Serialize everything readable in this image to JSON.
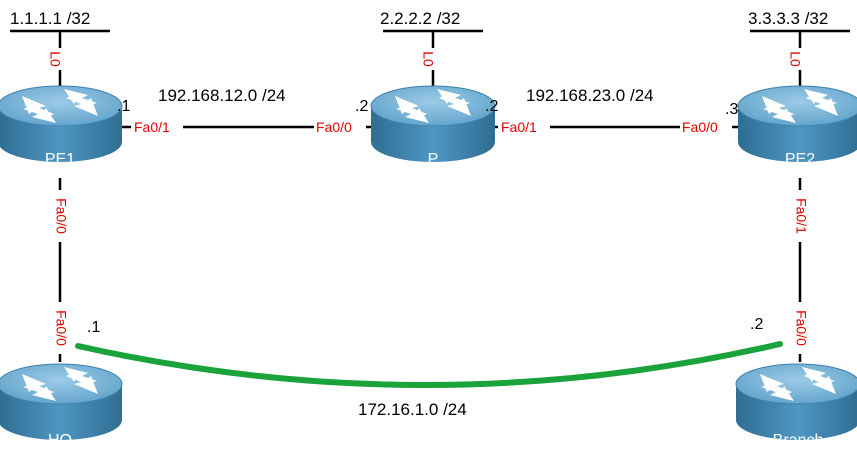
{
  "colors": {
    "router_body": "#4a8fb8",
    "router_top": "#6fb0d6",
    "router_edge": "#2f6d92",
    "link": "#000000",
    "interface_label": "#e10000",
    "vpn_link": "#1aa33a"
  },
  "routers": {
    "pe1": {
      "name": "PE1",
      "icon": "router-icon"
    },
    "p": {
      "name": "P",
      "icon": "router-icon"
    },
    "pe2": {
      "name": "PE2",
      "icon": "router-icon"
    },
    "hq": {
      "name": "HQ",
      "icon": "router-icon"
    },
    "branch": {
      "name": "Branch",
      "icon": "router-icon"
    }
  },
  "loopbacks": {
    "pe1": {
      "network": "1.1.1.1 /32",
      "interface": "L0"
    },
    "p": {
      "network": "2.2.2.2 /32",
      "interface": "L0"
    },
    "pe2": {
      "network": "3.3.3.3 /32",
      "interface": "L0"
    }
  },
  "links": {
    "pe1_p": {
      "network": "192.168.12.0 /24",
      "a_interface": "Fa0/1",
      "a_host": ".1",
      "b_interface": "Fa0/0",
      "b_host": ".2"
    },
    "p_pe2": {
      "network": "192.168.23.0 /24",
      "a_interface": "Fa0/1",
      "a_host": ".2",
      "b_interface": "Fa0/0",
      "b_host": ".3"
    },
    "pe1_hq": {
      "a_interface": "Fa0/0",
      "b_interface": "Fa0/0"
    },
    "pe2_branch": {
      "a_interface": "Fa0/1",
      "b_interface": "Fa0/0"
    },
    "hq_branch": {
      "network": "172.16.1.0 /24",
      "a_host": ".1",
      "b_host": ".2"
    }
  }
}
